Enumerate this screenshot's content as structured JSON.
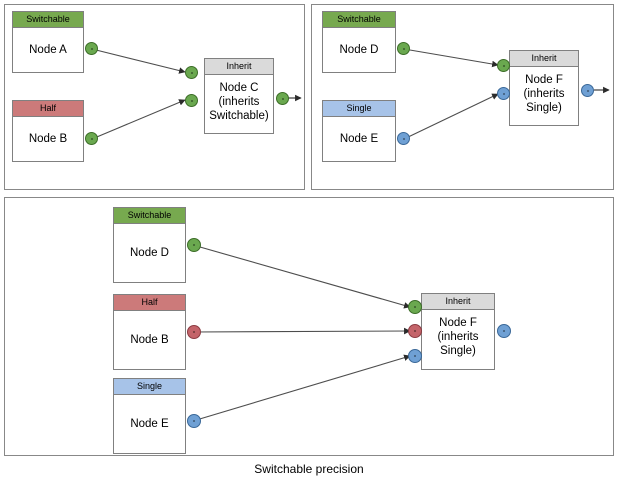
{
  "caption": "Switchable precision",
  "colors": {
    "switchable": "#77a94f",
    "half": "#cc7a7a",
    "single": "#a7c3e8",
    "inherit_header": "#dadada",
    "port_green": "#6aa84f",
    "port_red": "#c4646a",
    "port_blue": "#6fa0d4",
    "box_border": "#808080",
    "panel_border": "#888888",
    "edge": "#4d4d4d",
    "background": "#ffffff"
  },
  "panels": [
    {
      "id": "panel-top-left",
      "name": "top-left-example",
      "nodes": [
        {
          "id": "a",
          "header": "Switchable",
          "type": "switchable",
          "body": "Node A"
        },
        {
          "id": "b",
          "header": "Half",
          "type": "half",
          "body": "Node B"
        },
        {
          "id": "c",
          "header": "Inherit",
          "type": "inherit",
          "body": "Node C\n(inherits\nSwitchable)"
        }
      ],
      "edges": [
        {
          "from": "a",
          "to": "c",
          "port": "green"
        },
        {
          "from": "b",
          "to": "c",
          "port": "green"
        }
      ]
    },
    {
      "id": "panel-top-right",
      "name": "top-right-example",
      "nodes": [
        {
          "id": "d",
          "header": "Switchable",
          "type": "switchable",
          "body": "Node D"
        },
        {
          "id": "e",
          "header": "Single",
          "type": "single",
          "body": "Node E"
        },
        {
          "id": "f",
          "header": "Inherit",
          "type": "inherit",
          "body": "Node F\n(inherits\nSingle)"
        }
      ],
      "edges": [
        {
          "from": "d",
          "to": "f",
          "port": "green"
        },
        {
          "from": "e",
          "to": "f",
          "port": "blue"
        }
      ]
    },
    {
      "id": "panel-bottom",
      "name": "bottom-example",
      "nodes": [
        {
          "id": "d2",
          "header": "Switchable",
          "type": "switchable",
          "body": "Node D"
        },
        {
          "id": "b2",
          "header": "Half",
          "type": "half",
          "body": "Node B"
        },
        {
          "id": "e2",
          "header": "Single",
          "type": "single",
          "body": "Node E"
        },
        {
          "id": "f2",
          "header": "Inherit",
          "type": "inherit",
          "body": "Node F\n(inherits\nSingle)"
        }
      ],
      "edges": [
        {
          "from": "d2",
          "to": "f2",
          "port": "green"
        },
        {
          "from": "b2",
          "to": "f2",
          "port": "red"
        },
        {
          "from": "e2",
          "to": "f2",
          "port": "blue"
        }
      ]
    }
  ]
}
